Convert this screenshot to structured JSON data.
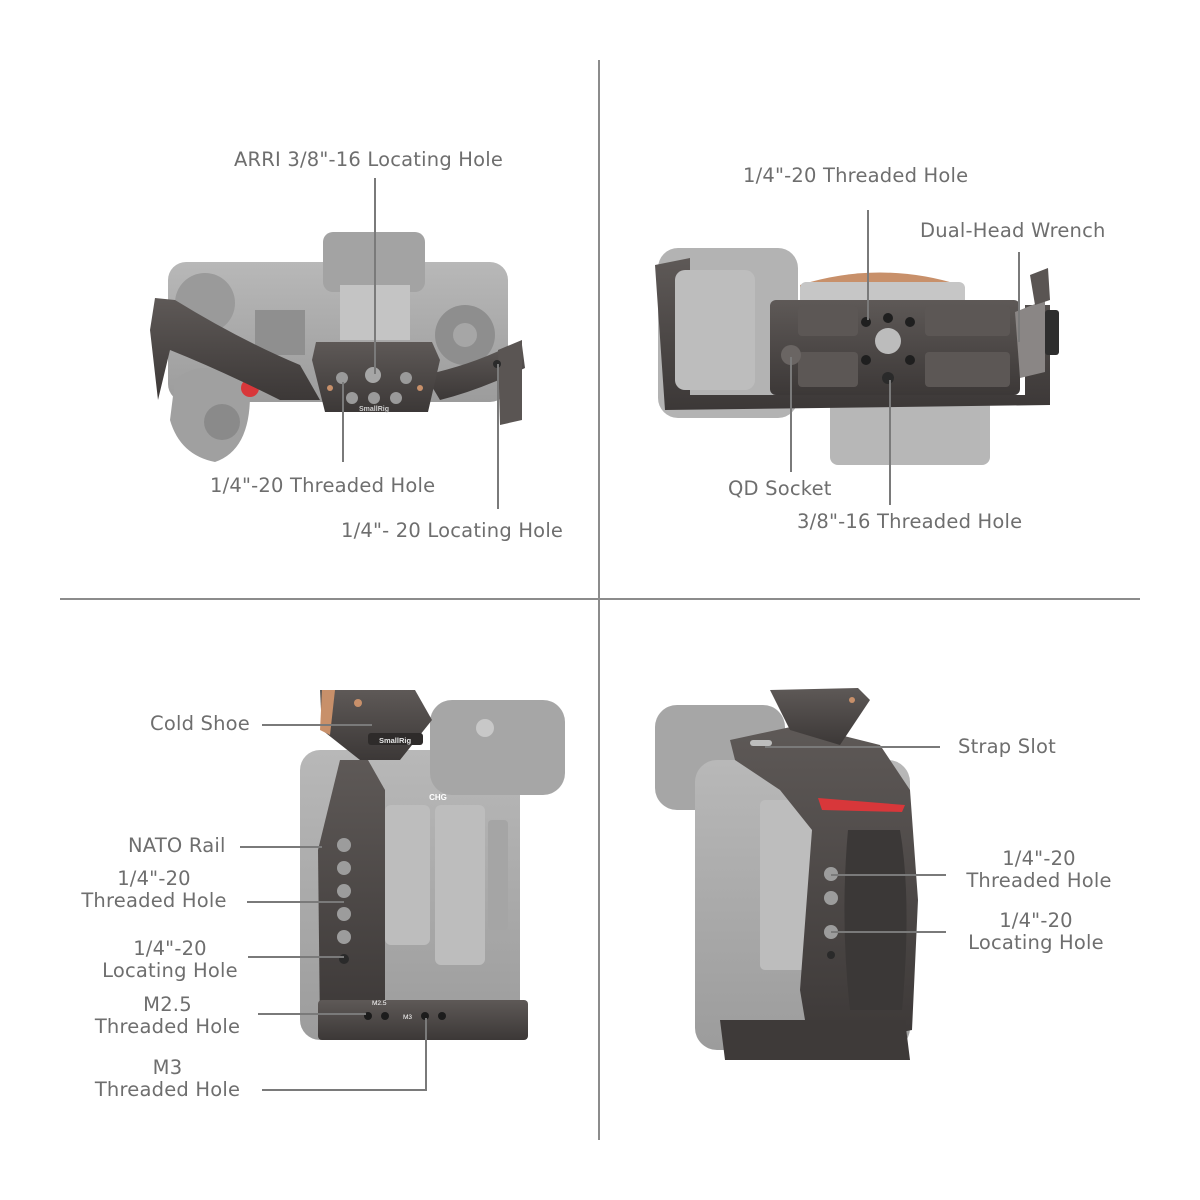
{
  "colors": {
    "background": "#ffffff",
    "label_text": "#6e6e6e",
    "leader_line": "#7a7a7a",
    "divider": "#8c8c8c",
    "cage_metal": "#4a4644",
    "camera_body": "#a9a9a9",
    "accent_red": "#d8373a",
    "accent_copper": "#c8906a"
  },
  "panels": {
    "top_left": {
      "view": "top view",
      "brand_mark": "SmallRig",
      "labels": {
        "arri": "ARRI 3/8\"-16 Locating Hole",
        "threaded": "1/4\"-20 Threaded Hole",
        "locating": "1/4\"- 20 Locating Hole"
      }
    },
    "top_right": {
      "view": "bottom view",
      "labels": {
        "threaded": "1/4\"-20 Threaded Hole",
        "wrench": "Dual-Head Wrench",
        "qd": "QD Socket",
        "threaded_38": "3/8\"-16 Threaded Hole"
      }
    },
    "bottom_left": {
      "view": "left side view",
      "brand_mark": "SmallRig",
      "port_label": "CHG",
      "labels": {
        "cold_shoe": "Cold Shoe",
        "nato": "NATO Rail",
        "threaded_a": "1/4\"-20",
        "threaded_b": "Threaded Hole",
        "locating_a": "1/4\"-20",
        "locating_b": "Locating Hole",
        "m25_a": "M2.5",
        "m25_b": "Threaded Hole",
        "m3_a": "M3",
        "m3_b": "Threaded Hole"
      },
      "engravings": {
        "m25": "M2.5",
        "m3": "M3"
      }
    },
    "bottom_right": {
      "view": "right side view",
      "labels": {
        "strap": "Strap Slot",
        "threaded_a": "1/4\"-20",
        "threaded_b": "Threaded Hole",
        "locating_a": "1/4\"-20",
        "locating_b": "Locating Hole"
      }
    }
  }
}
